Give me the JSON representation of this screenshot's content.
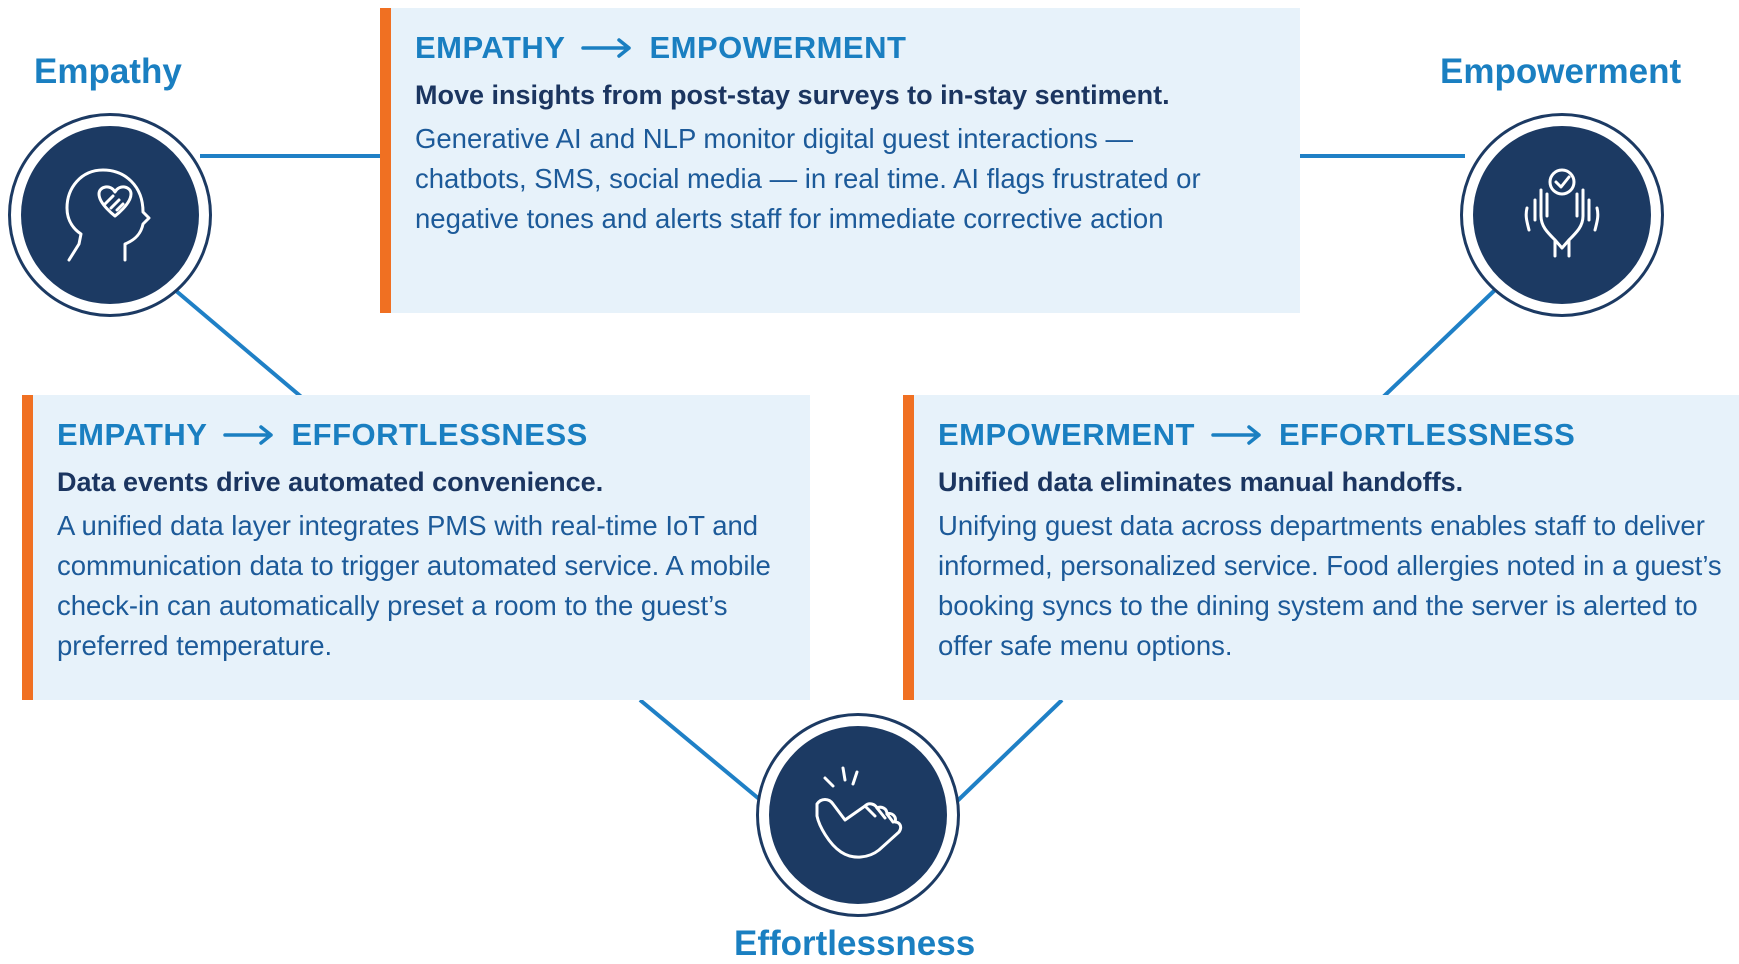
{
  "nodes": {
    "empathy": {
      "label": "Empathy",
      "icon": "head-heart-icon"
    },
    "empowerment": {
      "label": "Empowerment",
      "icon": "hands-check-icon"
    },
    "effortlessness": {
      "label": "Effortlessness",
      "icon": "snap-hand-icon"
    }
  },
  "cards": {
    "empathy_empowerment": {
      "from": "EMPATHY",
      "to": "EMPOWERMENT",
      "subtitle": "Move insights from post-stay surveys to in-stay sentiment.",
      "body": "Generative AI and NLP monitor digital guest interactions — chatbots, SMS, social media — in real time. AI flags frustrated or negative tones and alerts staff for immediate corrective action"
    },
    "empathy_effortlessness": {
      "from": "EMPATHY",
      "to": "EFFORTLESSNESS",
      "subtitle": "Data events drive automated convenience.",
      "body": "A unified data layer integrates PMS with real-time IoT and communication data to trigger automated service. A mobile check-in can automatically preset a room to the guest’s preferred temperature."
    },
    "empowerment_effortlessness": {
      "from": "EMPOWERMENT",
      "to": "EFFORTLESSNESS",
      "subtitle": "Unified data eliminates manual handoffs.",
      "body": "Unifying guest data across departments enables staff to deliver informed, personalized service. Food allergies noted in a guest’s booking syncs to the dining system and the server is alerted to offer safe menu options."
    }
  },
  "colors": {
    "accent_blue": "#1a7fc1",
    "navy": "#1c3a63",
    "card_bg": "#e7f2fa",
    "card_border": "#f07022",
    "connector": "#1f80c6"
  }
}
